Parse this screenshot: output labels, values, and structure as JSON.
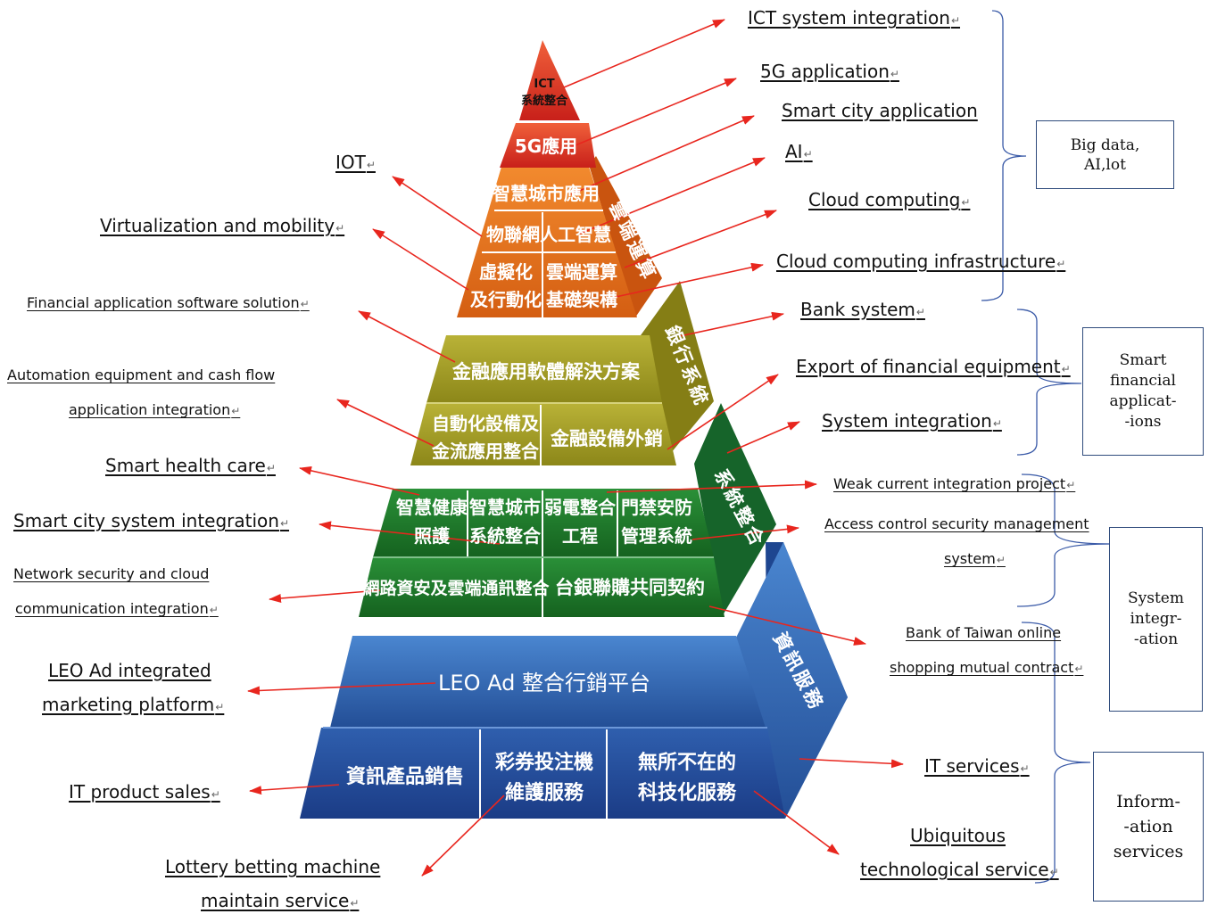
{
  "pyramid": {
    "tier_ict": "ICT\n系統整合",
    "tier_5g": "5G應用",
    "tier_smartcity": "智慧城市應用",
    "tier_iot": "物聯網",
    "tier_ai": "人工智慧",
    "tier_virtual": "虛擬化\n及行動化",
    "tier_cloud_infra": "雲端運算\n基礎架構",
    "side_cloud": "雲端運算",
    "tier_fin_app": "金融應用軟體解決方案",
    "tier_automation": "自動化設備及\n金流應用整合",
    "tier_fin_export": "金融設備外銷",
    "side_bank": "銀行系統",
    "tier_health": "智慧健康\n照護",
    "tier_city_sys": "智慧城市\n系統整合",
    "tier_weak_current": "弱電整合\n工程",
    "tier_access": "門禁安防\n管理系統",
    "tier_netsec": "網路資安及雲端通訊整合",
    "tier_bot": "台銀聯購共同契約",
    "side_sysint": "系統整合",
    "tier_leo": "LEO Ad 整合行銷平台",
    "tier_it_product": "資訊產品銷售",
    "tier_lottery": "彩券投注機\n維護服務",
    "tier_ubiquitous": "無所不在的\n科技化服務",
    "side_info": "資訊服務"
  },
  "labels": {
    "ict": "ICT system integration",
    "g5": "5G application",
    "smart_city_app": "Smart city application",
    "ai": "AI",
    "cloud": "Cloud computing",
    "cloud_infra": "Cloud computing infrastructure",
    "iot": "IOT",
    "virtual": "Virtualization and mobility",
    "fin_app": "Financial application software solution",
    "bank_sys": "Bank system",
    "auto_1": "Automation equipment and cash flow",
    "auto_2": "application integration",
    "export": "Export of financial equipment",
    "sys_int": "System integration",
    "health": "Smart health care",
    "weak": "Weak current integration project",
    "city_sys": "Smart city system integration",
    "access_1": "Access control security management",
    "access_2": "system",
    "netsec_1": "Network security and cloud",
    "netsec_2": "communication integration",
    "bot_1": "Bank of Taiwan online",
    "bot_2": "shopping mutual contract",
    "leo_1": "LEO Ad integrated",
    "leo_2": "marketing platform",
    "it_services": "IT services",
    "it_product": "IT product sales",
    "ubiq_1": "Ubiquitous",
    "ubiq_2": "technological service",
    "lottery_1": "Lottery betting machine",
    "lottery_2": "maintain service",
    "return_mark": "↵"
  },
  "boxes": {
    "bigdata": "Big data,\nAI,lot",
    "smart_fin": "Smart\nfinancial\napplicat-\n-ions",
    "sys_integ": "System\nintegr-\n-ation",
    "info_serv": "Inform-\n-ation\nservices"
  },
  "colors": {
    "top_red": "#E03A22",
    "orange": "#E8731C",
    "olive": "#A7A126",
    "green": "#1F7A2C",
    "blue": "#2E5FA8",
    "arrow": "#E8261E",
    "brace": "#3B5BA8"
  }
}
